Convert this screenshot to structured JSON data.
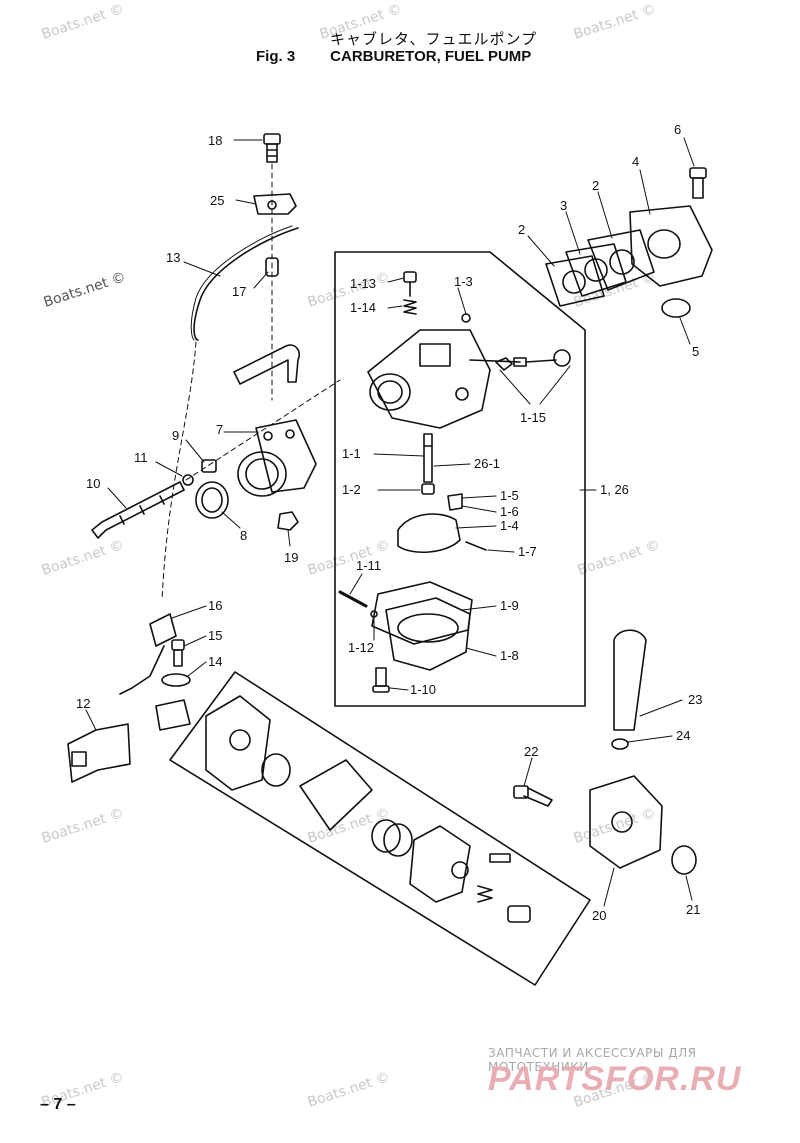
{
  "header": {
    "title_jp": "キャブレタ、フュエルポンプ",
    "fig_label": "Fig. 3",
    "title_en": "CARBURETOR, FUEL PUMP"
  },
  "watermarks": [
    "Boats.net ©",
    "Boats.net ©",
    "Boats.net ©",
    "Boats.net ©",
    "Boats.net ©",
    "Boats.net ©",
    "Boats.net ©",
    "Boats.net ©",
    "Boats.net ©",
    "Boats.net ©",
    "Boats.net ©",
    "Boats.net ©",
    "Boats.net ©",
    "Boats.net ©",
    "Boats.net ©"
  ],
  "callouts": {
    "c18": "18",
    "c25": "25",
    "c13": "13",
    "c17": "17",
    "c6": "6",
    "c4": "4",
    "c2a": "2",
    "c3": "3",
    "c2b": "2",
    "c5": "5",
    "c1_13": "1-13",
    "c1_14": "1-14",
    "c1_3": "1-3",
    "c1_15": "1-15",
    "c1_1": "1-1",
    "c26_1": "26-1",
    "c1_2": "1-2",
    "c1_26": "1, 26",
    "c1_5": "1-5",
    "c1_6": "1-6",
    "c1_4": "1-4",
    "c1_7": "1-7",
    "c1_11": "1-11",
    "c1_9": "1-9",
    "c1_12": "1-12",
    "c1_8": "1-8",
    "c1_10": "1-10",
    "c9": "9",
    "c7": "7",
    "c11": "11",
    "c10": "10",
    "c8": "8",
    "c19": "19",
    "c16": "16",
    "c15": "15",
    "c14": "14",
    "c12": "12",
    "c22": "22",
    "c23": "23",
    "c24": "24",
    "c20": "20",
    "c21": "21"
  },
  "footer": {
    "page_number": "– 7 –",
    "brand_tagline": "ЗАПЧАСТИ И АКСЕССУАРЫ ДЛЯ МОТОТЕХНИКИ",
    "brand_name": "PARTSFOR.RU"
  }
}
